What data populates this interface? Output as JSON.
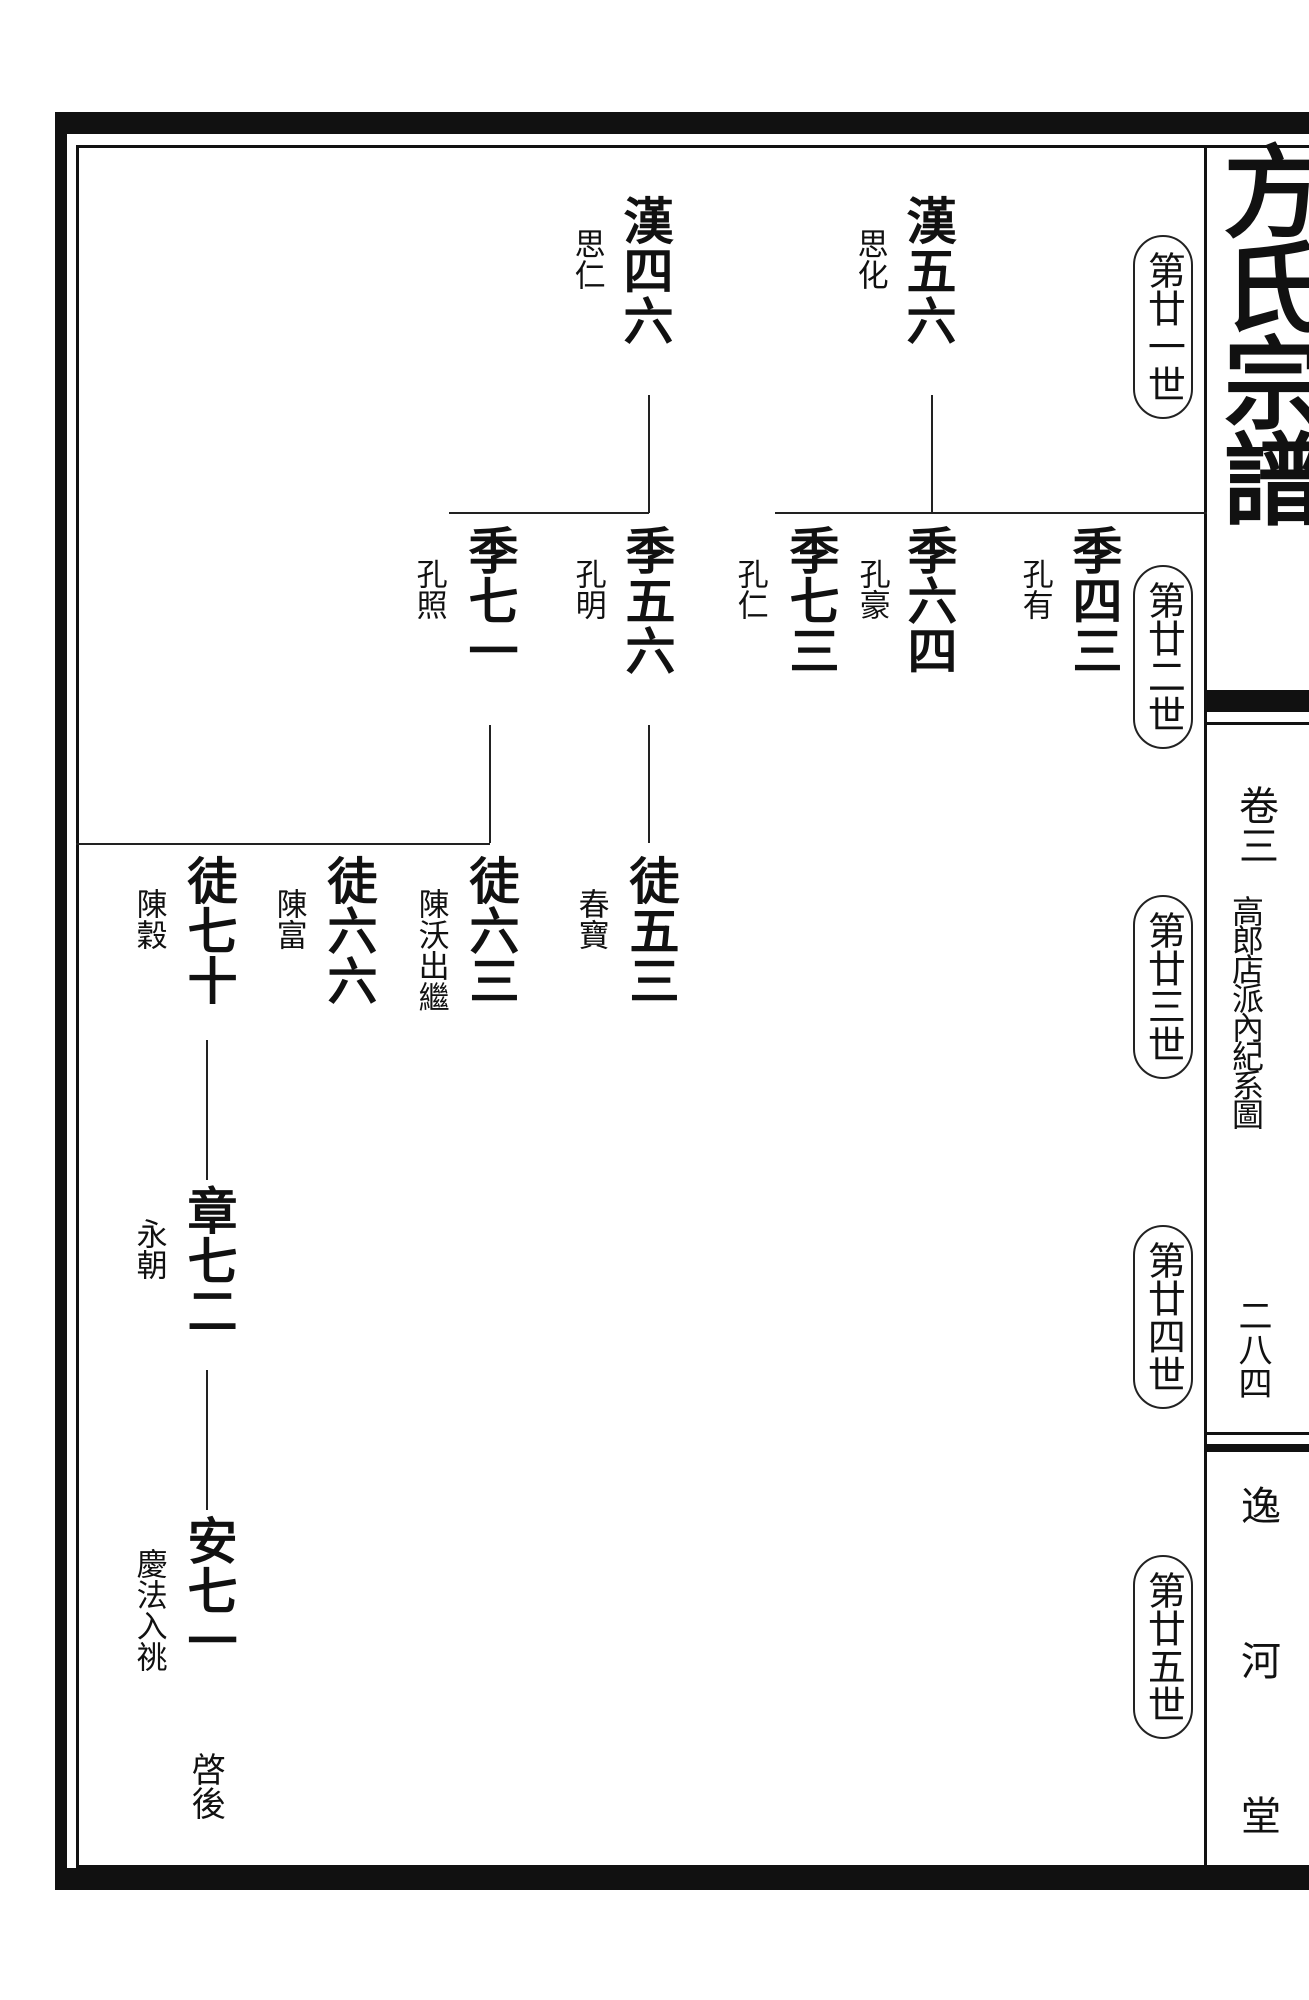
{
  "book": {
    "title": "方氏宗譜",
    "volume": "卷三",
    "section": "高郎店派內紀系圖",
    "page_number": "二八四",
    "hall": [
      "逸",
      "河",
      "堂"
    ]
  },
  "generations": [
    "第廿一世",
    "第廿二世",
    "第廿三世",
    "第廿四世",
    "第廿五世"
  ],
  "gen21": [
    {
      "name": "漢五六",
      "note": "思化"
    },
    {
      "name": "漢四六",
      "note": "思仁"
    }
  ],
  "gen22": [
    {
      "name": "季四三",
      "note": "孔有"
    },
    {
      "name": "季六四",
      "note": "孔豪"
    },
    {
      "name": "季七三",
      "note": "孔仁"
    },
    {
      "name": "季五六",
      "note": "孔明"
    },
    {
      "name": "季七一",
      "note": "孔照"
    }
  ],
  "gen23": [
    {
      "name": "徒五三",
      "note": "春寶"
    },
    {
      "name": "徒六三",
      "note": "陳沃出繼"
    },
    {
      "name": "徒六六",
      "note": "陳富"
    },
    {
      "name": "徒七十",
      "note": "陳穀"
    }
  ],
  "gen24": [
    {
      "name": "章七二",
      "note": "永朝"
    }
  ],
  "gen25": [
    {
      "name": "安七一",
      "note": "慶法入祧",
      "continuation": "啓後"
    }
  ]
}
